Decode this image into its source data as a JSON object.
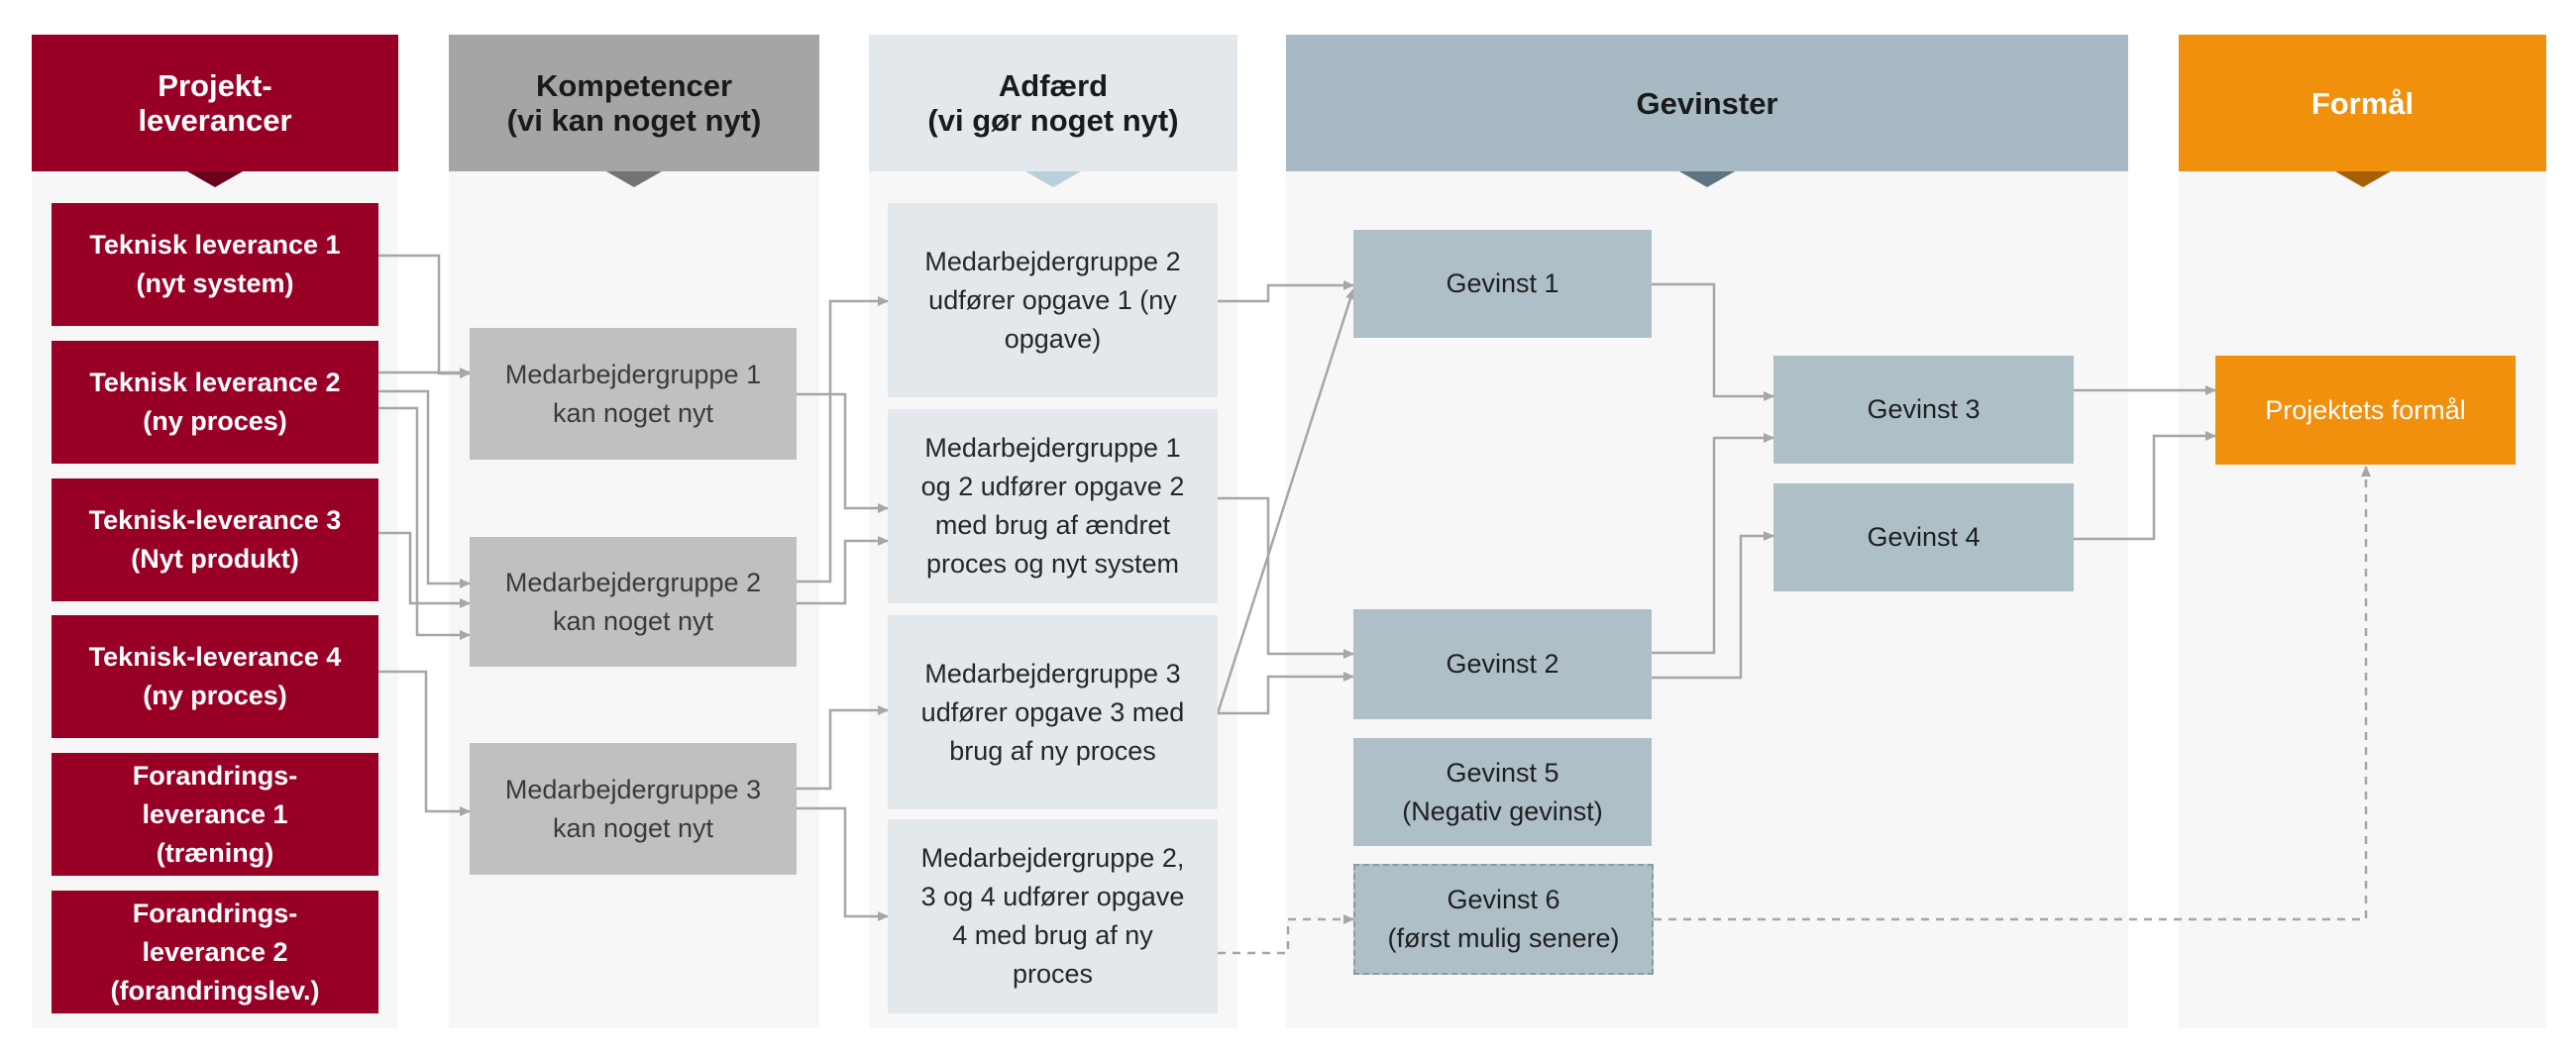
{
  "columns": {
    "leverancer": {
      "title_lines": [
        "Projekt-",
        "leverancer"
      ]
    },
    "kompetencer": {
      "title_lines": [
        "Kompetencer",
        "(vi kan noget nyt)"
      ]
    },
    "adfaerd": {
      "title_lines": [
        "Adfærd",
        "(vi gør noget nyt)"
      ]
    },
    "gevinster": {
      "title_lines": [
        "Gevinster"
      ]
    },
    "formaal": {
      "title_lines": [
        "Formål"
      ]
    }
  },
  "leverancer": [
    {
      "lines": [
        "Teknisk leverance 1",
        "(nyt system)"
      ]
    },
    {
      "lines": [
        "Teknisk leverance 2",
        "(ny proces)"
      ]
    },
    {
      "lines": [
        "Teknisk-leverance 3",
        "(Nyt produkt)"
      ]
    },
    {
      "lines": [
        "Teknisk-leverance 4",
        "(ny proces)"
      ]
    },
    {
      "lines": [
        "Forandrings-",
        "leverance 1",
        "(træning)"
      ]
    },
    {
      "lines": [
        "Forandrings-",
        "leverance 2",
        "(forandringslev.)"
      ]
    }
  ],
  "kompetencer": [
    {
      "lines": [
        "Medarbejdergruppe 1",
        "kan noget nyt"
      ]
    },
    {
      "lines": [
        "Medarbejdergruppe 2",
        "kan noget nyt"
      ]
    },
    {
      "lines": [
        "Medarbejdergruppe 3",
        "kan noget nyt"
      ]
    }
  ],
  "adfaerd": [
    {
      "lines": [
        "Medarbejdergruppe 2",
        "udfører opgave 1 (ny",
        "opgave)"
      ]
    },
    {
      "lines": [
        "Medarbejdergruppe 1",
        "og 2 udfører opgave 2",
        "med brug af ændret",
        "proces og nyt system"
      ]
    },
    {
      "lines": [
        "Medarbejdergruppe 3",
        "udfører opgave 3 med",
        "brug af ny proces"
      ]
    },
    {
      "lines": [
        "Medarbejdergruppe 2,",
        "3 og 4 udfører opgave",
        "4 med brug af ny",
        "proces"
      ]
    }
  ],
  "gevinster": {
    "g1": {
      "lines": [
        "Gevinst 1"
      ]
    },
    "g2": {
      "lines": [
        "Gevinst 2"
      ]
    },
    "g3": {
      "lines": [
        "Gevinst 3"
      ]
    },
    "g4": {
      "lines": [
        "Gevinst 4"
      ]
    },
    "g5": {
      "lines": [
        "Gevinst 5",
        "(Negativ gevinst)"
      ]
    },
    "g6": {
      "lines": [
        "Gevinst 6",
        "(først mulig senere)"
      ]
    }
  },
  "formaal": {
    "lines": [
      "Projektets formål"
    ]
  },
  "colors": {
    "leverance": "#990026",
    "kompetence": "#c0c0c0",
    "adfaerd": "#e3e8ec",
    "gevinst": "#aebfc8",
    "formaal": "#f0900d",
    "connector": "#a6a6a6"
  }
}
